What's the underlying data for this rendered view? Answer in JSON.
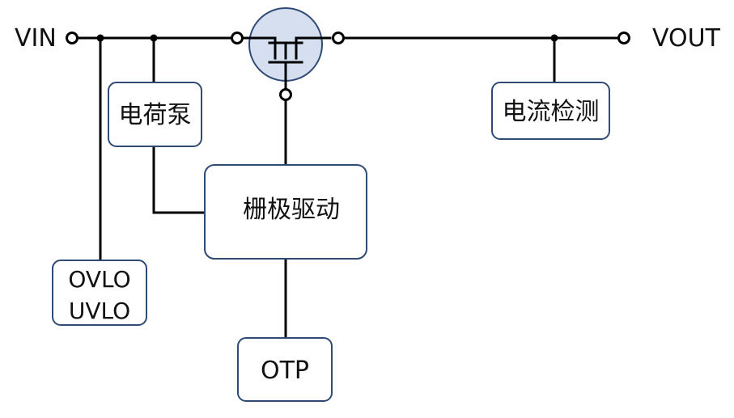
{
  "colors": {
    "wire": "#000000",
    "box_border": "#2f4a74",
    "mosfet_fill": "#d5dff0"
  },
  "terminals": {
    "vin": "VIN",
    "vout": "VOUT"
  },
  "blocks": {
    "charge_pump": "电荷泵",
    "current_sense": "电流检测",
    "gate_driver": "栅极驱动",
    "ovlo_line1": "OVLO",
    "ovlo_line2": "UVLO",
    "otp": "OTP"
  },
  "symbols": {
    "mosfet": "mosfet-icon"
  }
}
